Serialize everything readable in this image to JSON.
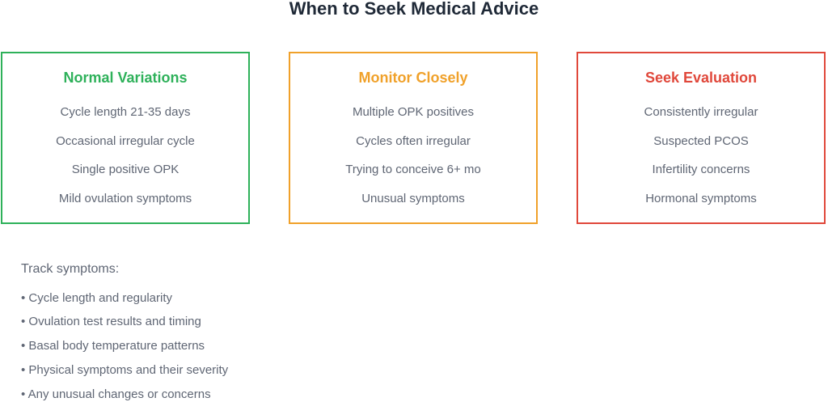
{
  "title": "When to Seek Medical Advice",
  "colors": {
    "green": "#2eb15a",
    "orange": "#f0a12a",
    "red": "#e0483b",
    "text": "#5f6674",
    "title": "#1f2937"
  },
  "boxes": [
    {
      "title": "Normal Variations",
      "items": [
        "Cycle length 21-35 days",
        "Occasional irregular cycle",
        "Single positive OPK",
        "Mild ovulation symptoms"
      ]
    },
    {
      "title": "Monitor Closely",
      "items": [
        "Multiple OPK positives",
        "Cycles often irregular",
        "Trying to conceive 6+ mo",
        "Unusual symptoms"
      ]
    },
    {
      "title": "Seek Evaluation",
      "items": [
        "Consistently irregular",
        "Suspected PCOS",
        "Infertility concerns",
        "Hormonal symptoms"
      ]
    }
  ],
  "track": {
    "title": "Track symptoms:",
    "items": [
      "• Cycle length and regularity",
      "• Ovulation test results and timing",
      "• Basal body temperature patterns",
      "• Physical symptoms and their severity",
      "• Any unusual changes or concerns"
    ]
  }
}
